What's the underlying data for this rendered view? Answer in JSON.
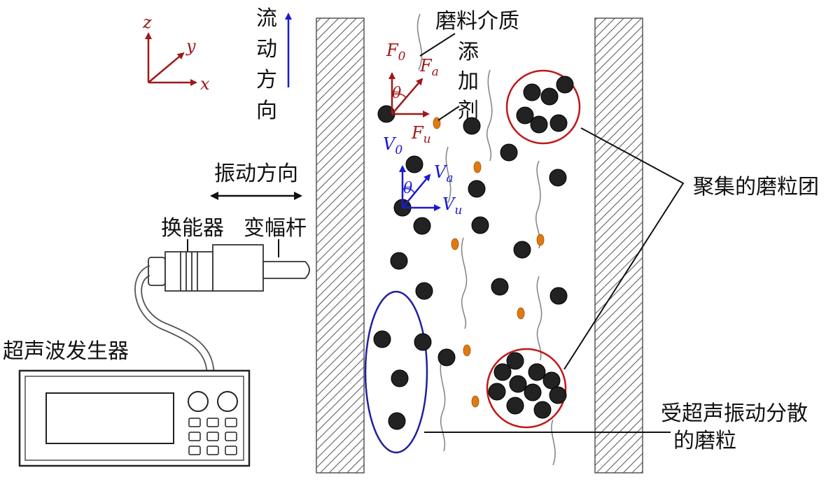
{
  "labels": {
    "flow_chars": [
      "流",
      "动",
      "方",
      "向"
    ],
    "abrasive_medium": "磨料介质",
    "additive_chars": [
      "添",
      "加",
      "剂"
    ],
    "vibration_direction": "振动方向",
    "transducer": "换能器",
    "horn": "变幅杆",
    "generator": "超声波发生器",
    "aggregated": "聚集的磨粒团",
    "dispersed_line1": "受超声振动分散",
    "dispersed_line2": "的磨粒"
  },
  "axes": {
    "z": "z",
    "y": "y",
    "x": "x"
  },
  "forces": {
    "F": "F",
    "F0_sub": "0",
    "Fa_sub": "a",
    "Fu_sub": "u",
    "theta": "θ"
  },
  "velocities": {
    "V": "V",
    "V0_sub": "0",
    "Va_sub": "a",
    "Vu_sub": "u",
    "theta": "θ"
  },
  "colors": {
    "force": "#a01818",
    "velocity": "#1a1ad0",
    "cluster_circle": "#c01818",
    "dispersed_ellipse": "#2020a0",
    "particle": "#222222",
    "additive": "#e07a10",
    "wall_hatch": "#555555"
  },
  "icons": {
    "particle": "black-sphere",
    "additive": "orange-droplet",
    "generator": "ultrasonic-generator-device",
    "transducer": "transducer-cylinder"
  }
}
